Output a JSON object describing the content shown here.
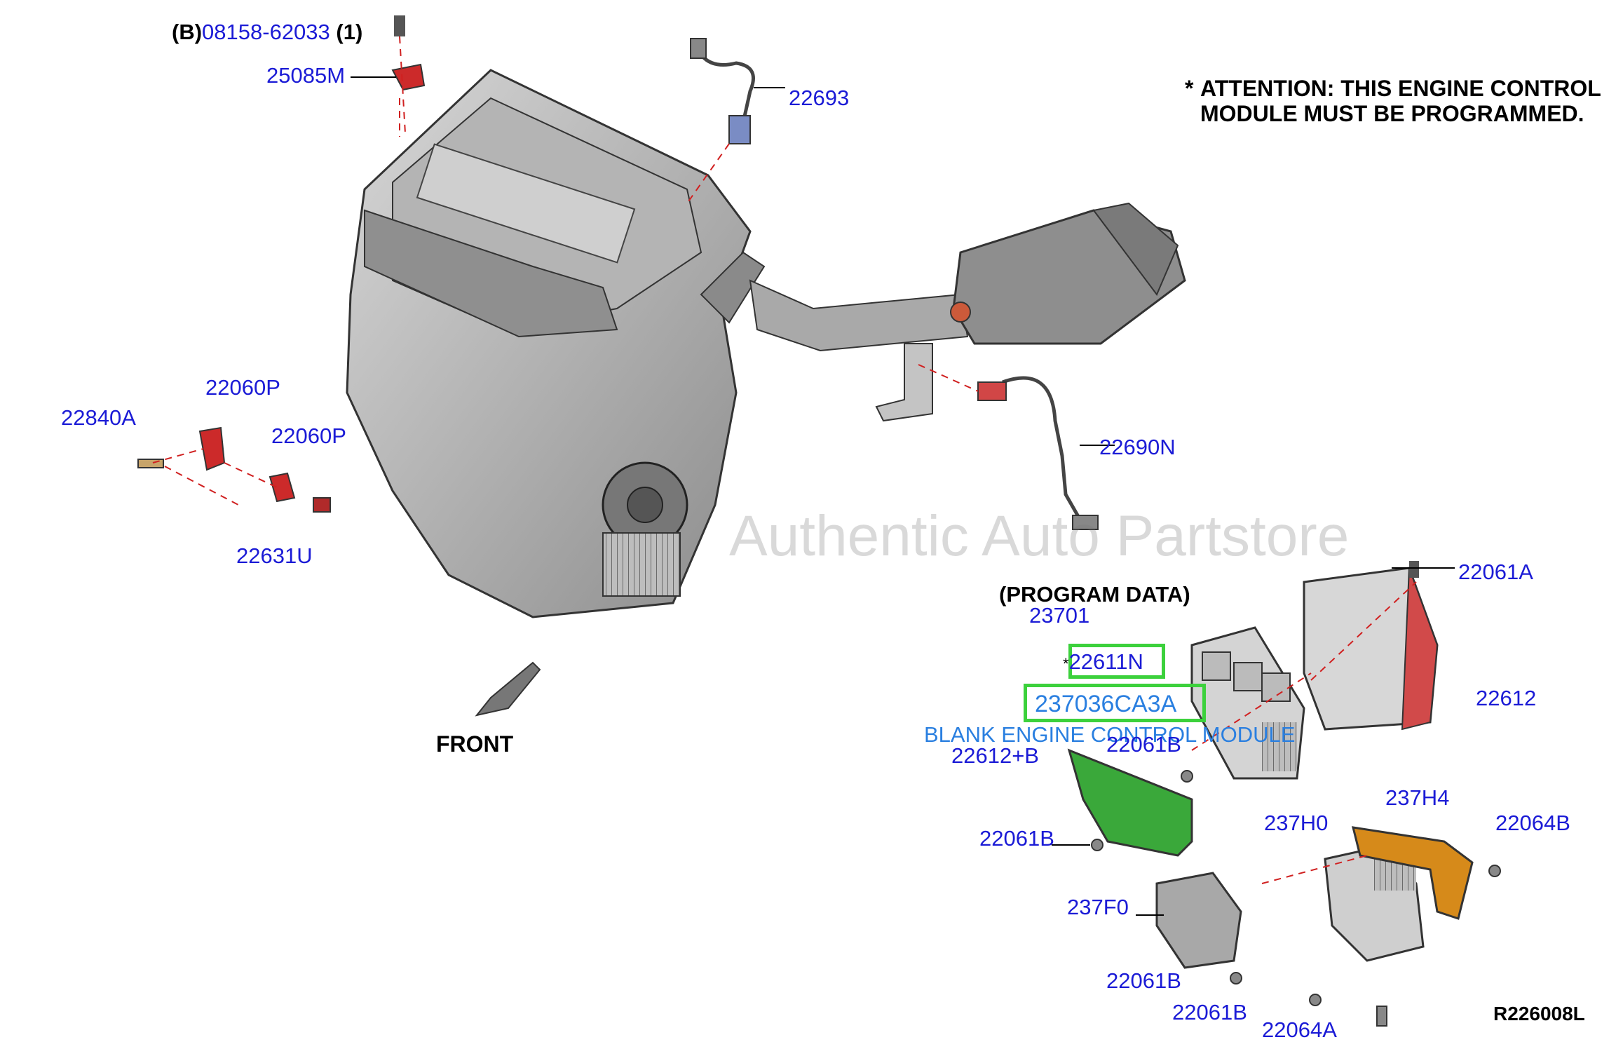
{
  "labels": {
    "b_prefix": "(B)",
    "b_part": "08158-62033",
    "b_qty": "(1)",
    "p25085M": "25085M",
    "p22693": "22693",
    "p22060P_1": "22060P",
    "p22060P_2": "22060P",
    "p22840A": "22840A",
    "p22631U": "22631U",
    "p22690N": "22690N",
    "p22061A": "22061A",
    "program_data": "(PROGRAM DATA)",
    "p23701": "23701",
    "p22611N_star": "*",
    "p22611N": "22611N",
    "p237036CA3A": "237036CA3A",
    "p22612": "22612",
    "p22061B_1": "22061B",
    "p22612B": "22612+B",
    "p22061B_2": "22061B",
    "p237H0": "237H0",
    "p237H4": "237H4",
    "p22064B": "22064B",
    "p237F0": "237F0",
    "p22061B_3": "22061B",
    "p22061B_4": "22061B",
    "p22064A": "22064A"
  },
  "attention": {
    "star": "*",
    "line1": "ATTENTION: THIS ENGINE CONTROL",
    "line2": "MODULE MUST BE PROGRAMMED."
  },
  "blank_module": "BLANK ENGINE CONTROL MODULE",
  "front": "FRONT",
  "reference": "R226008L",
  "watermark": "Authentic Auto Partstore",
  "colors": {
    "part_number": "#1b1bd6",
    "highlight_box": "#3cd13c",
    "bracket_green": "#3aa83a",
    "sensor_red": "#cc2a2a",
    "bracket_orange": "#d68a1a",
    "engine_gray": "#9a9a9a",
    "leader_dash": "#d02020"
  }
}
